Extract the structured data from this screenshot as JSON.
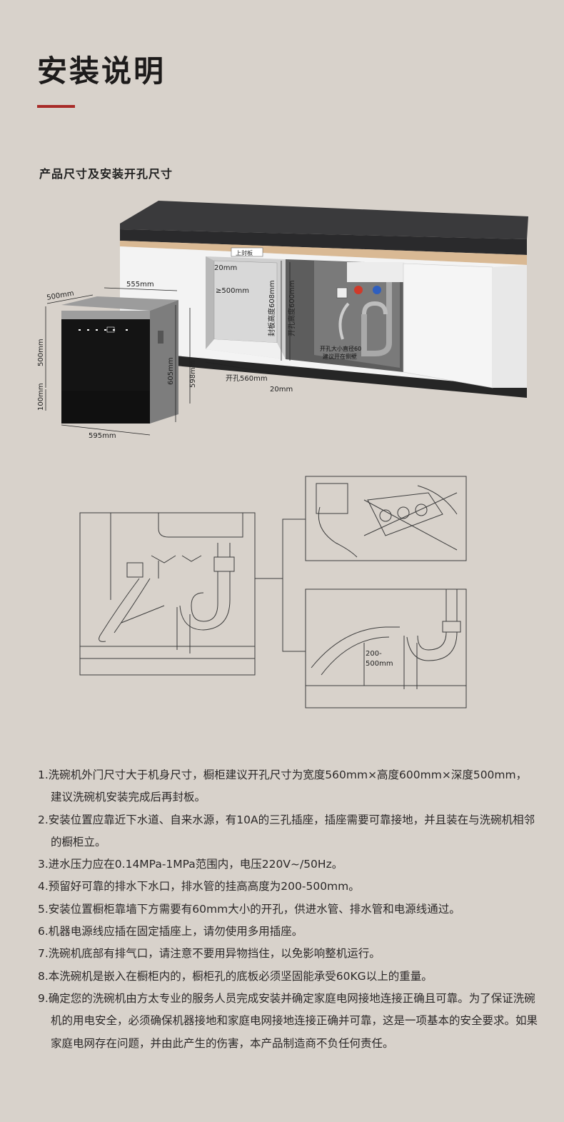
{
  "title": "安装说明",
  "subtitle": "产品尺寸及安装开孔尺寸",
  "colors": {
    "background": "#d8d2cb",
    "accent": "#a82b28",
    "countertop": "#3a3a3c",
    "cabinet": "#f4f4f4"
  },
  "top_diagram": {
    "labels": {
      "top_panel": "上封板",
      "dim_20_top": "20mm",
      "dim_500_depth": "≥500mm",
      "seal_height": "封板高度608mm",
      "hole_height": "开孔高度600mm",
      "hole_width": "开孔560mm",
      "dim_20_bottom": "20mm",
      "side_hole_line1": "开孔大小直径60",
      "side_hole_line2": "建议开在侧壁",
      "dw_depth": "500mm",
      "dw_door": "555mm",
      "dw_height": "500mm",
      "dw_leg": "100mm",
      "dw_width": "595mm",
      "dw_605": "605mm",
      "dw_598": "598mm"
    }
  },
  "bottom_diagram": {
    "labels": {
      "drain_height_1": "200-",
      "drain_height_2": "500mm"
    }
  },
  "notes": [
    "1.洗碗机外门尺寸大于机身尺寸，橱柜建议开孔尺寸为宽度560mm×高度600mm×深度500mm，建议洗碗机安装完成后再封板。",
    "2.安装位置应靠近下水道、自来水源，有10A的三孔插座，插座需要可靠接地，并且装在与洗碗机相邻的橱柜立。",
    "3.进水压力应在0.14MPa-1MPa范围内，电压220V~/50Hz。",
    "4.预留好可靠的排水下水口，排水管的挂高高度为200-500mm。",
    "5.安装位置橱柜靠墙下方需要有60mm大小的开孔，供进水管、排水管和电源线通过。",
    "6.机器电源线应插在固定插座上，请勿使用多用插座。",
    "7.洗碗机底部有排气口，请注意不要用异物挡住，以免影响整机运行。",
    "8.本洗碗机是嵌入在橱柜内的，橱柜孔的底板必须坚固能承受60KG以上的重量。",
    "9.确定您的洗碗机由方太专业的服务人员完成安装并确定家庭电网接地连接正确且可靠。为了保证洗碗机的用电安全，必须确保机器接地和家庭电网接地连接正确并可靠，这是一项基本的安全要求。如果家庭电网存在问题，并由此产生的伤害，本产品制造商不负任何责任。"
  ]
}
